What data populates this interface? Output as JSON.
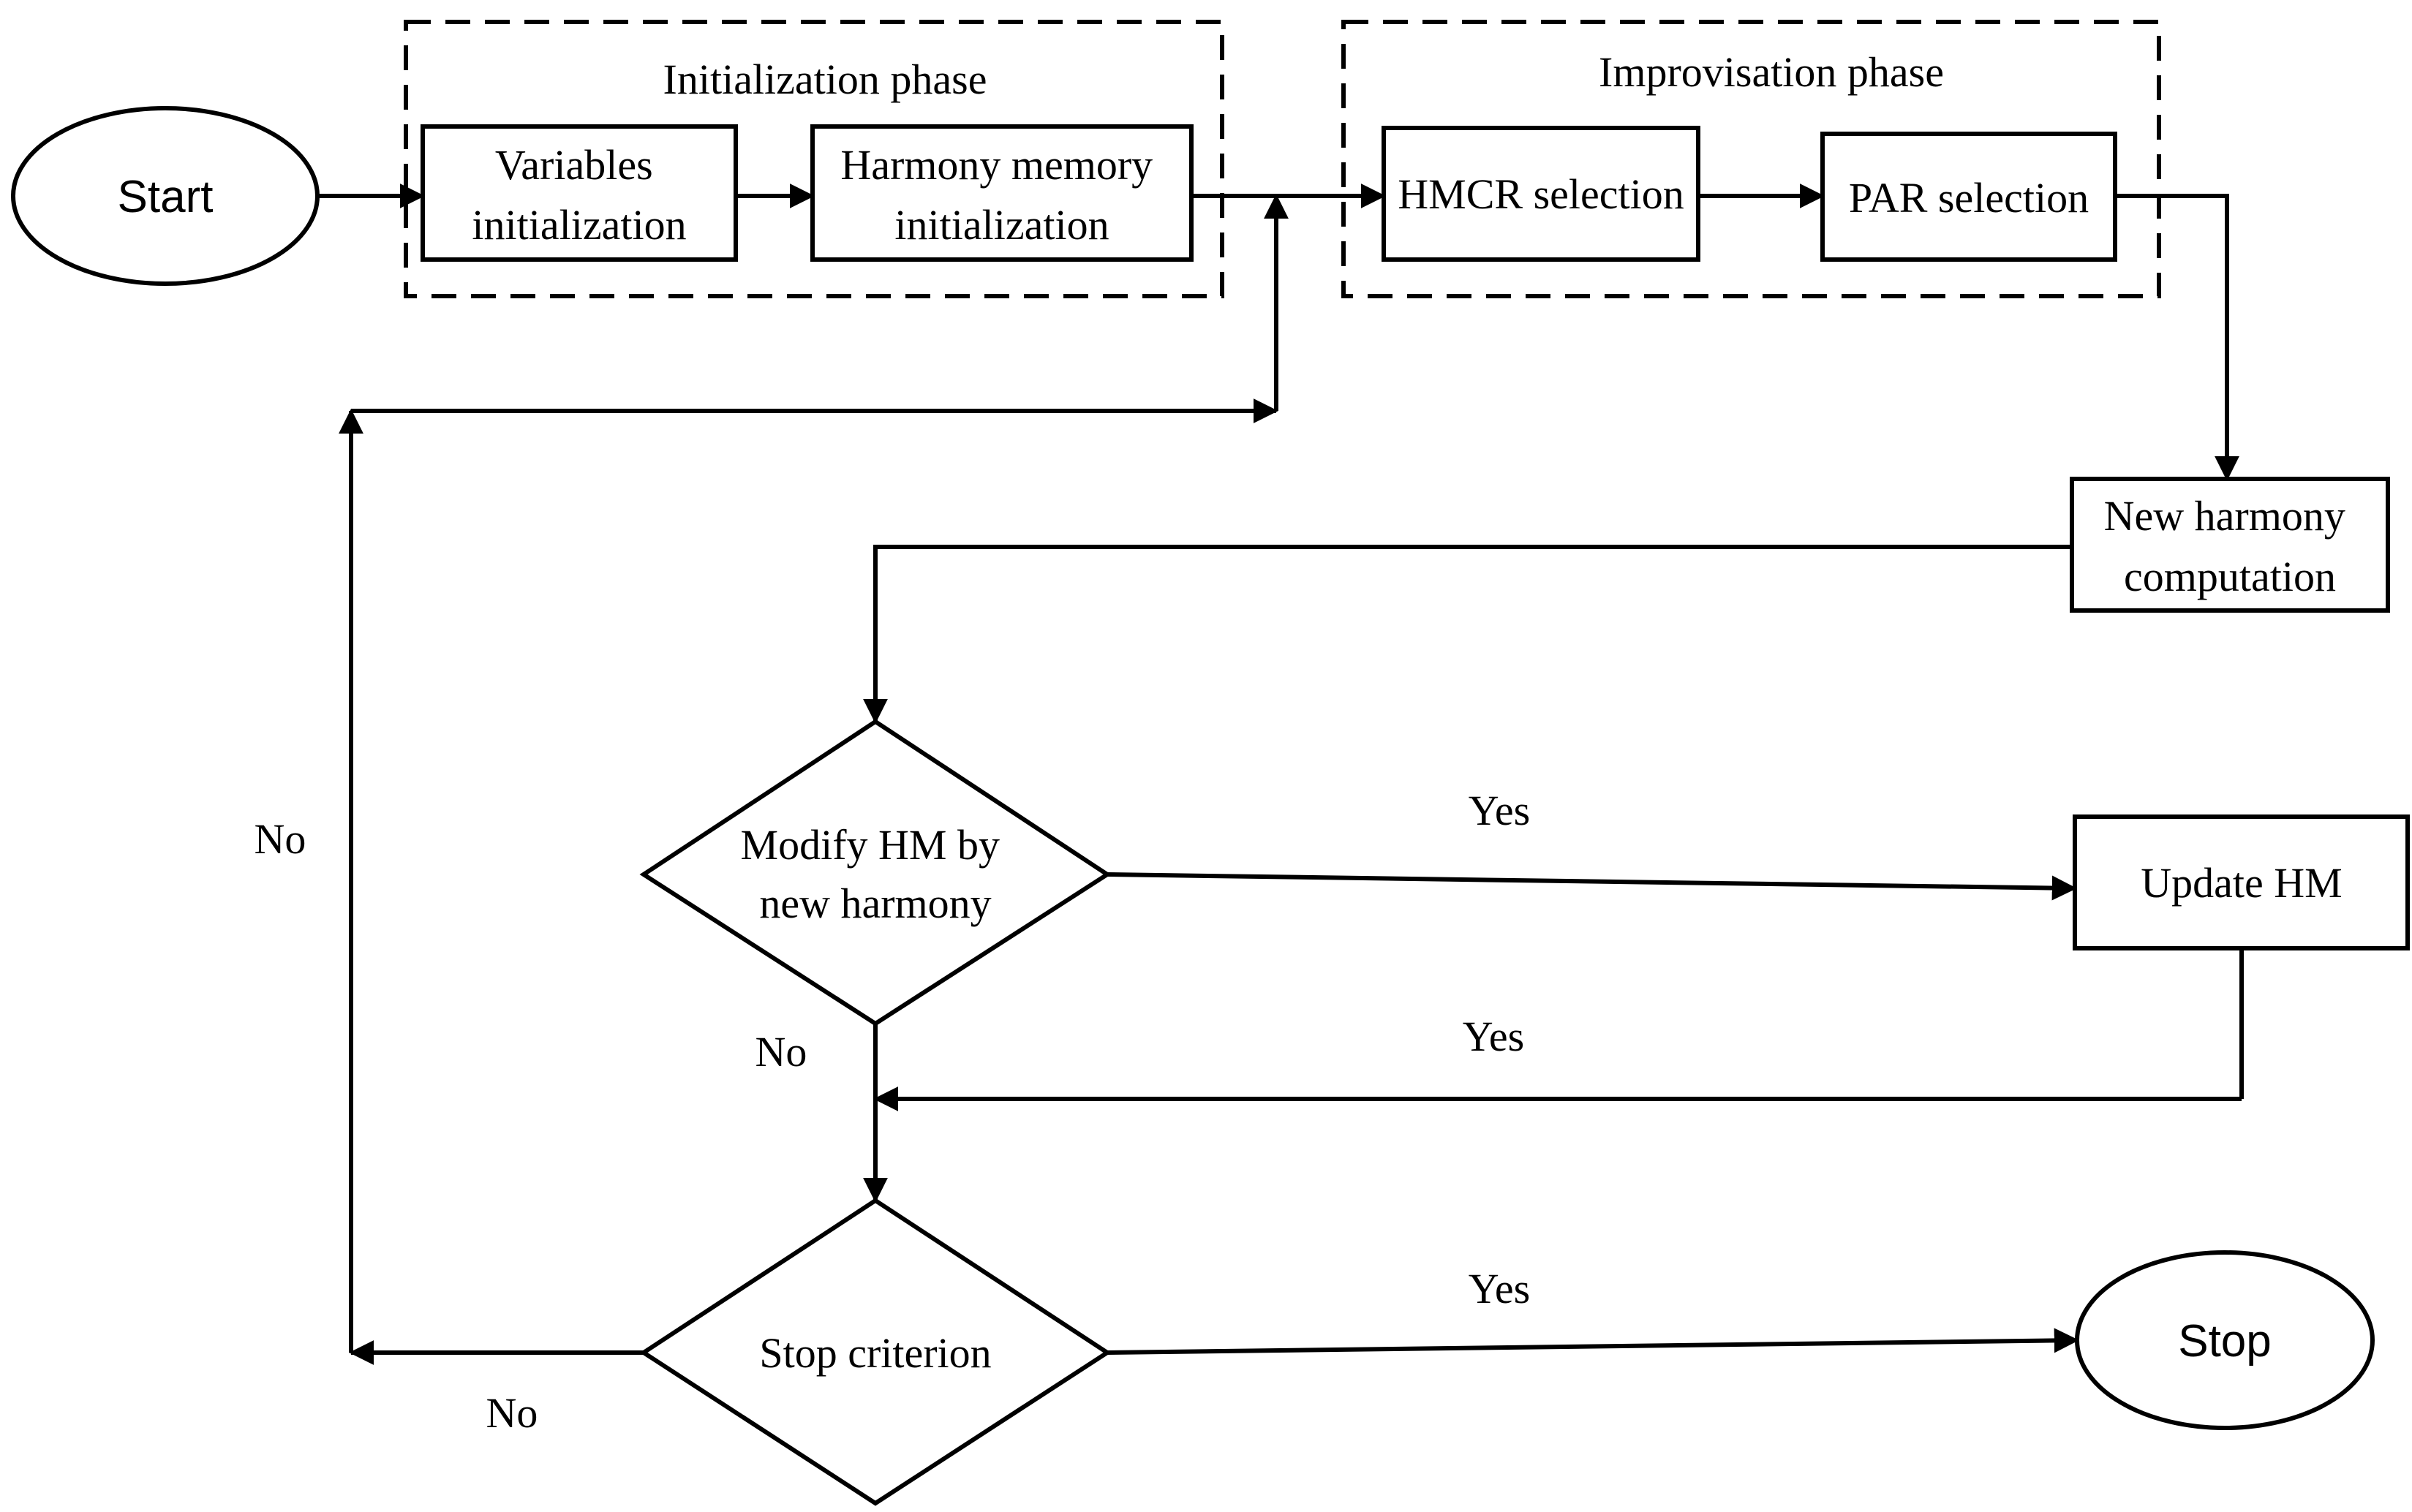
{
  "phases": {
    "initialization": "Initialization phase",
    "improvisation": "Improvisation phase"
  },
  "nodes": {
    "start": "Start",
    "variables_init": [
      "Variables",
      "initialization"
    ],
    "harmony_memory_init": [
      "Harmony memory",
      "initialization"
    ],
    "hmcr_selection": "HMCR selection",
    "par_selection": "PAR selection",
    "new_harmony": [
      "New harmony",
      "computation"
    ],
    "modify_hm": [
      "Modify HM by",
      "new harmony"
    ],
    "update_hm": "Update HM",
    "stop_criterion": "Stop criterion",
    "stop": "Stop"
  },
  "edge_labels": {
    "modify_yes": "Yes",
    "modify_no": "No",
    "update_yes": "Yes",
    "stop_yes": "Yes",
    "stop_no": "No",
    "loop_no": "No"
  },
  "colors": {
    "stroke": "#000000",
    "background": "#ffffff"
  }
}
